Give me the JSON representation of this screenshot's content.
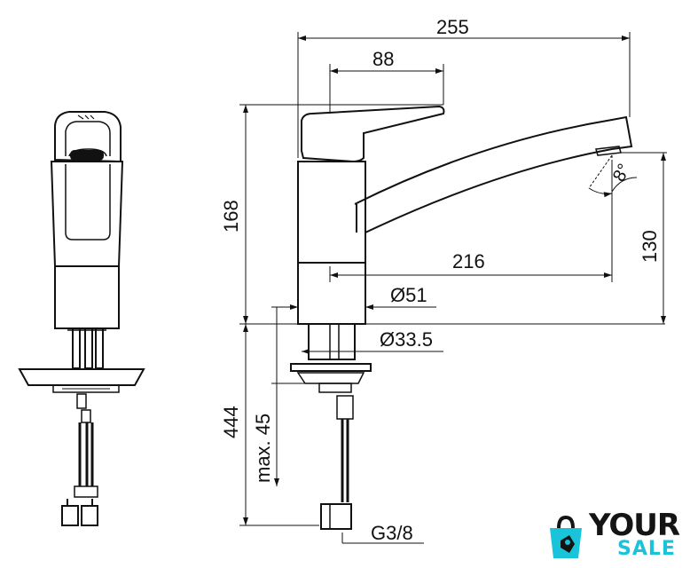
{
  "dimensions": {
    "total_length": "255",
    "lever_length": "88",
    "height_body": "168",
    "spout_reach": "216",
    "spout_height": "130",
    "body_diameter": "Ø51",
    "shank_diameter": "Ø33.5",
    "spout_angle": "8°",
    "hose_length": "444",
    "max_thickness": "max. 45",
    "connection": "G3/8"
  },
  "logo": {
    "word": "YOUR",
    "sub": "SALE",
    "colors": {
      "dark": "#141414",
      "accent": "#19c3d9"
    }
  }
}
